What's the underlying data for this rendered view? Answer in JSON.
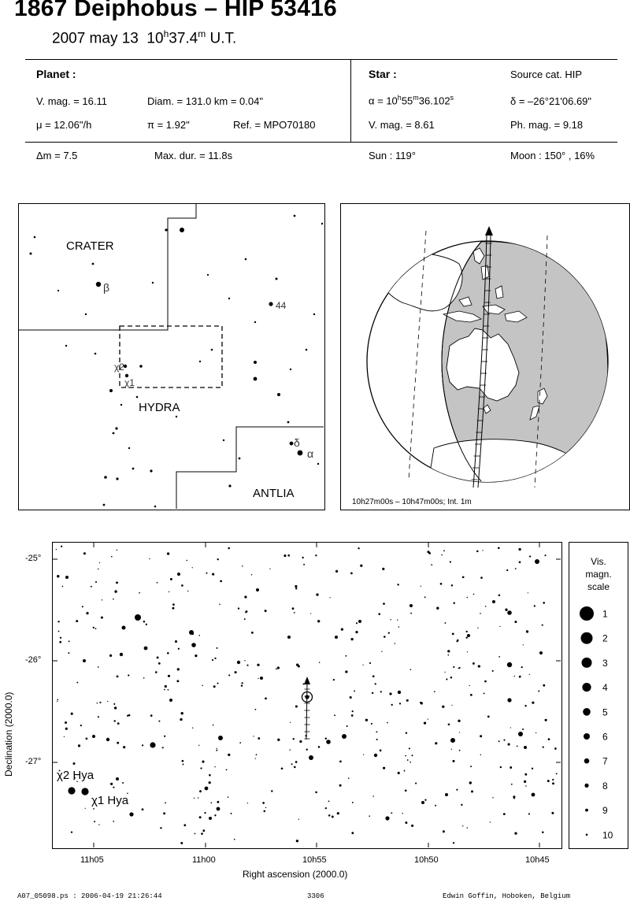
{
  "header": {
    "title": "1867 Deiphobus  –  HIP 53416",
    "date": "2007 may 13",
    "time_h": "10",
    "time_h_sup": "h",
    "time_m": "37.4",
    "time_m_sup": "m",
    "time_ut": "U.T."
  },
  "planet": {
    "label": "Planet :",
    "vmag": "V. mag. = 16.11",
    "diam": "Diam. = 131.0 km = 0.04\"",
    "mu": "μ =  12.06\"/h",
    "pi": "π =  1.92\"",
    "ref": "Ref. = MPO70180"
  },
  "star": {
    "label": "Star :",
    "source": "Source cat.  HIP",
    "alpha_pre": "α = 10",
    "alpha_h": "h",
    "alpha_min": "55",
    "alpha_m": "m",
    "alpha_sec": "36.102",
    "alpha_s": "s",
    "delta": "δ = –26°21'06.69\"",
    "vmag": "V. mag. =  8.61",
    "phmag": "Ph. mag. =  9.18"
  },
  "summary": {
    "dm": "Δm = 7.5",
    "maxdur": "Max. dur. = 11.8s",
    "sun": "Sun : 119°",
    "moon": "Moon : 150° , 16%"
  },
  "constellation_map": {
    "labels": {
      "crater": "CRATER",
      "hydra": "HYDRA",
      "antlia": "ANTLIA",
      "n44": "44"
    },
    "greek": {
      "beta": "β",
      "chi2": "χ2",
      "chi1": "χ1",
      "delta": "δ",
      "alpha": "α"
    }
  },
  "globe": {
    "caption": "10h27m00s – 10h47m00s; Int.  1m"
  },
  "star_chart": {
    "dec_ticks": [
      "-25°",
      "-26°",
      "-27°"
    ],
    "ra_ticks": [
      "11h05",
      "11h00",
      "10h55",
      "10h50",
      "10h45"
    ],
    "ylabel": "Declination (2000.0)",
    "xlabel": "Right ascension (2000.0)",
    "star_labels": {
      "chi2": "χ2 Hya",
      "chi1": "χ1 Hya"
    }
  },
  "scale": {
    "title": [
      "Vis.",
      "magn.",
      "scale"
    ],
    "levels": [
      "1",
      "2",
      "3",
      "4",
      "5",
      "6",
      "7",
      "8",
      "9",
      "10"
    ]
  },
  "footer": {
    "file": "A07_05098.ps : 2006-04-19 21:26:44",
    "number": "3306",
    "author": "Edwin Goffin, Hoboken, Belgium"
  }
}
